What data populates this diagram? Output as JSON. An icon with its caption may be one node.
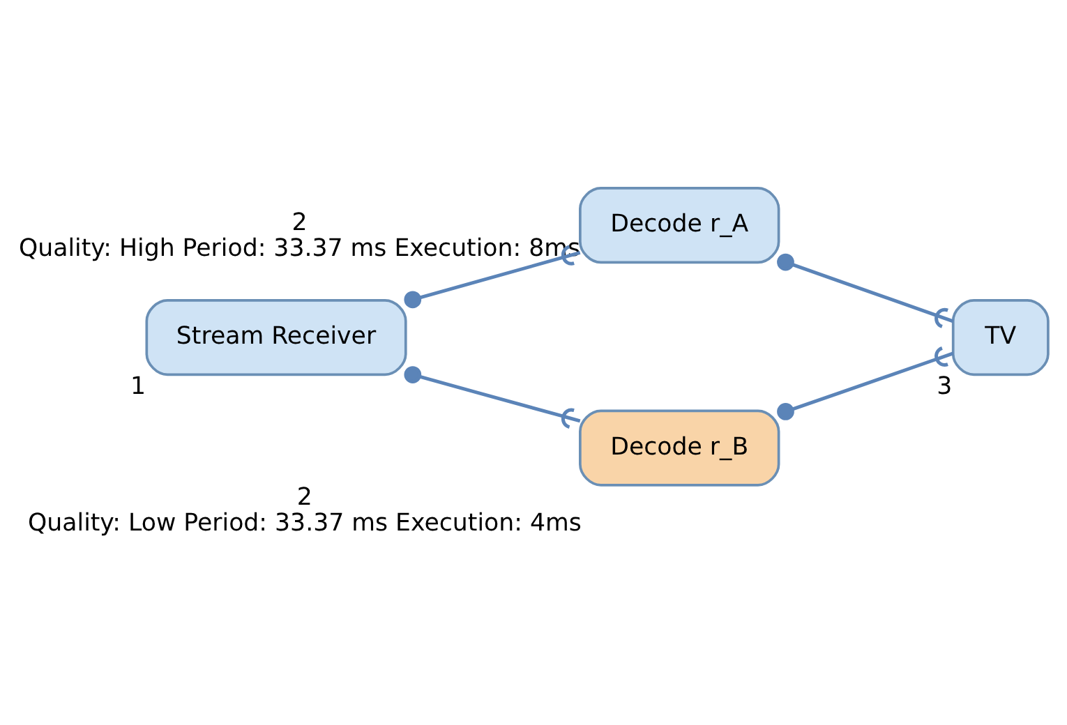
{
  "diagram": {
    "nodes": [
      {
        "text": [
          "Stream Receiver"
        ],
        "beside": [
          "1"
        ]
      },
      {
        "text": [
          "Decode r_A"
        ],
        "beside": [
          "2",
          "Quality: High Period: 33.37 ms Execution: 8ms"
        ]
      },
      {
        "text": [
          "Decode r_B"
        ],
        "beside": [
          "2",
          "Quality: Low Period: 33.37 ms Execution: 4ms"
        ]
      },
      {
        "text": [
          "TV"
        ],
        "beside": [
          "3"
        ]
      }
    ],
    "edges": [
      {
        "from": 0,
        "to": 1,
        "arrow": "other"
      },
      {
        "from": 0,
        "to": 2,
        "arrow": "other"
      },
      {
        "from": 1,
        "to": 3,
        "arrow": "other"
      },
      {
        "from": 2,
        "to": 3,
        "arrow": "other"
      }
    ]
  }
}
